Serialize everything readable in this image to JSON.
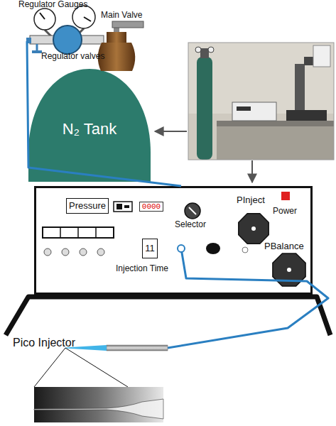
{
  "diagram": {
    "nodes": [
      {
        "text": [
          "N₂ Tank"
        ]
      },
      {
        "text": [
          "Pico Injector"
        ]
      },
      {
        "text": [
          "Pressure"
        ],
        "in": 1
      },
      {
        "text": [
          "0000"
        ],
        "in": 1
      },
      {
        "text": [
          "11"
        ],
        "in": 1
      }
    ],
    "edges": [
      {
        "from": 0,
        "to": 1,
        "arrow": "none"
      }
    ],
    "labels": [
      "Regulator Gauges",
      "Main Valve",
      "Regulator valves",
      "Selector",
      "PInject",
      "Power",
      "PBalance",
      "Injection Time"
    ]
  }
}
